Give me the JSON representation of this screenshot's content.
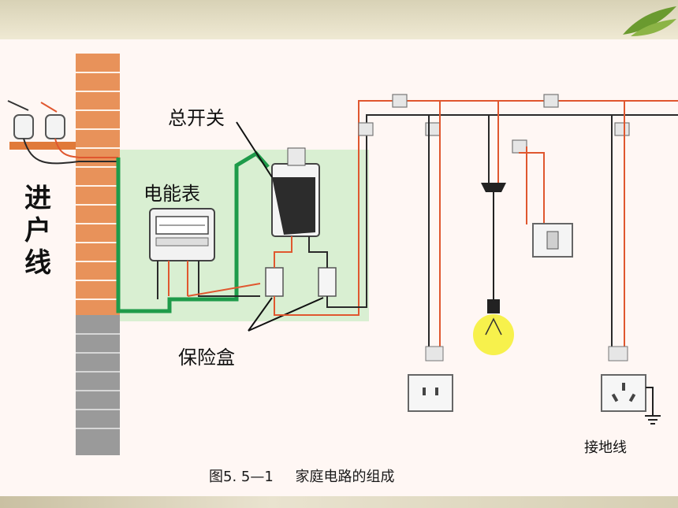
{
  "labels": {
    "main_switch": "总开关",
    "meter": "电能表",
    "fuse_box": "保险盒",
    "service_line": "进户线",
    "ground_wire": "接地线"
  },
  "caption": {
    "figure_number": "图5. 5—1",
    "title": "家庭电路的组成"
  },
  "colors": {
    "live_wire": "#e0572f",
    "neutral_wire": "#2a2a2a",
    "ground_wire_green": "#1e9b4a",
    "brick": "#e8925a",
    "meter_area": "#d9efd2",
    "bulb_glow": "#f6ef3a"
  }
}
